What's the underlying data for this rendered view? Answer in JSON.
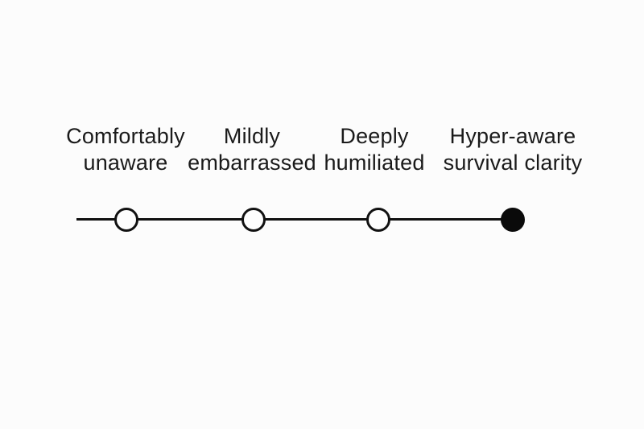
{
  "diagram": {
    "type": "spectrum-scale",
    "stages": [
      {
        "line1": "Comfortably",
        "line2": "unaware",
        "node": "empty"
      },
      {
        "line1": "Mildly",
        "line2": "embarrassed",
        "node": "empty"
      },
      {
        "line1": "Deeply",
        "line2": "humiliated",
        "node": "empty"
      },
      {
        "line1": "Hyper-aware",
        "line2": "survival clarity",
        "node": "filled"
      }
    ],
    "selected_stage": "Hyper-aware survival clarity",
    "colors": {
      "background": "#fcfcfc",
      "text": "#1a1a1a",
      "stroke": "#111111",
      "empty_node": "#fdfdfd",
      "filled_node": "#0a0a0a"
    }
  }
}
